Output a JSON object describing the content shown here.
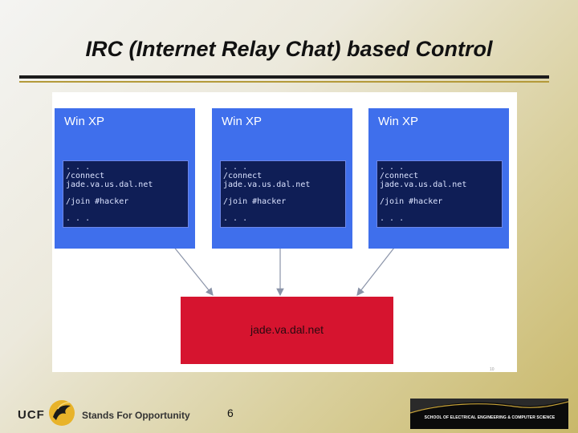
{
  "slide": {
    "title": "IRC (Internet Relay Chat) based Control",
    "page_number": "6"
  },
  "diagram": {
    "clients": [
      {
        "title": "Win XP",
        "lines": [
          ". . .",
          "/connect",
          "jade.va.us.dal.net",
          "/join #hacker",
          ". . ."
        ]
      },
      {
        "title": "Win XP",
        "lines": [
          ". . .",
          "/connect",
          "jade.va.us.dal.net",
          "/join #hacker",
          ". . ."
        ]
      },
      {
        "title": "Win XP",
        "lines": [
          ". . .",
          "/connect",
          "jade.va.us.dal.net",
          "/join #hacker",
          ". . ."
        ]
      }
    ],
    "server": {
      "label": "jade.va.dal.net"
    },
    "footnote": "10",
    "colors": {
      "client_box": "#3f6fec",
      "terminal": "#0f1e56",
      "server_box": "#d6142f",
      "arrow": "#8a93a8"
    }
  },
  "footer": {
    "logo_text": "UCF",
    "tagline": "Stands For Opportunity",
    "school": "SCHOOL OF ELECTRICAL ENGINEERING & COMPUTER SCIENCE"
  }
}
